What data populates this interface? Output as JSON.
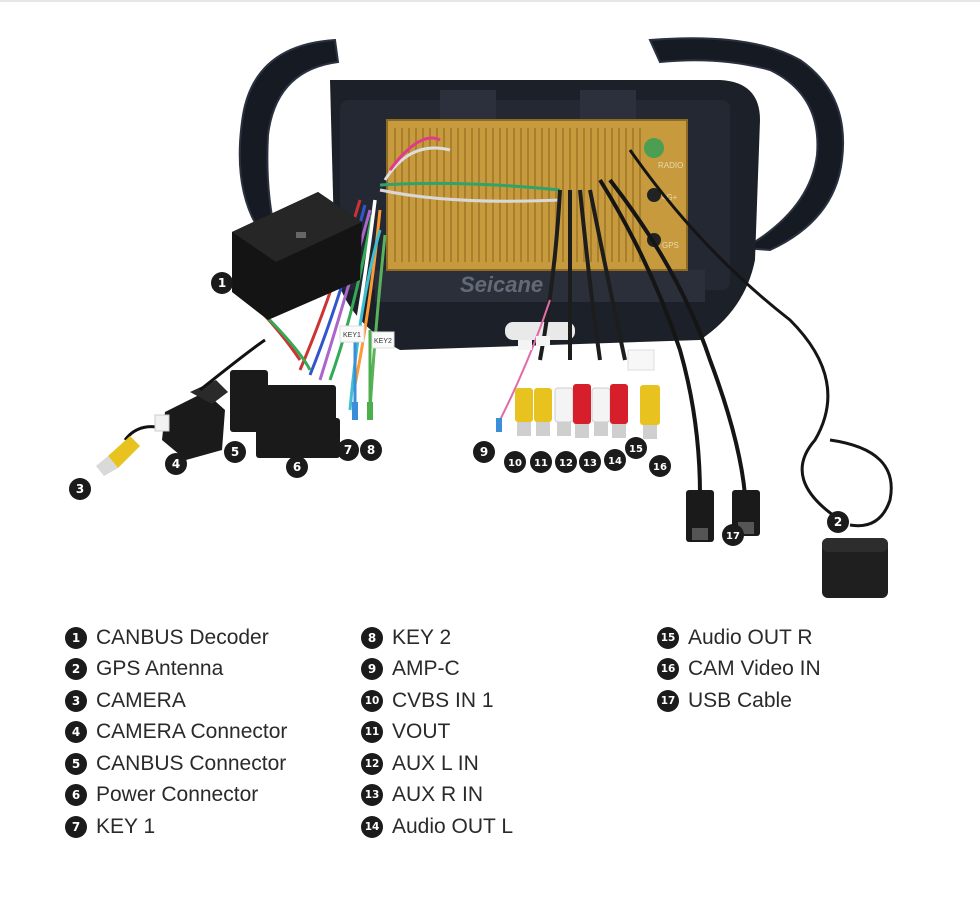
{
  "watermark": "Seicane",
  "panel_labels": {
    "radio": "RADIO",
    "fourg": "4G+",
    "gps": "GPS"
  },
  "tags": {
    "key1": "KEY1",
    "key2": "KEY2"
  },
  "callouts": [
    {
      "num": "1"
    },
    {
      "num": "2"
    },
    {
      "num": "3"
    },
    {
      "num": "4"
    },
    {
      "num": "5"
    },
    {
      "num": "6"
    },
    {
      "num": "7"
    },
    {
      "num": "8"
    },
    {
      "num": "9"
    },
    {
      "num": "10"
    },
    {
      "num": "11"
    },
    {
      "num": "12"
    },
    {
      "num": "13"
    },
    {
      "num": "14"
    },
    {
      "num": "15"
    },
    {
      "num": "16"
    },
    {
      "num": "17"
    }
  ],
  "legend": {
    "col1": [
      {
        "num": "1",
        "label": "CANBUS Decoder"
      },
      {
        "num": "2",
        "label": "GPS Antenna"
      },
      {
        "num": "3",
        "label": "CAMERA"
      },
      {
        "num": "4",
        "label": "CAMERA Connector"
      },
      {
        "num": "5",
        "label": "CANBUS Connector"
      },
      {
        "num": "6",
        "label": "Power Connector"
      },
      {
        "num": "7",
        "label": "KEY 1"
      }
    ],
    "col2": [
      {
        "num": "8",
        "label": "KEY 2"
      },
      {
        "num": "9",
        "label": "AMP-C"
      },
      {
        "num": "10",
        "label": "CVBS IN 1"
      },
      {
        "num": "11",
        "label": "VOUT"
      },
      {
        "num": "12",
        "label": "AUX L IN"
      },
      {
        "num": "13",
        "label": "AUX R IN"
      },
      {
        "num": "14",
        "label": "Audio OUT L"
      }
    ],
    "col3": [
      {
        "num": "15",
        "label": "Audio OUT R"
      },
      {
        "num": "16",
        "label": "CAM Video IN"
      },
      {
        "num": "17",
        "label": "USB Cable"
      }
    ]
  }
}
